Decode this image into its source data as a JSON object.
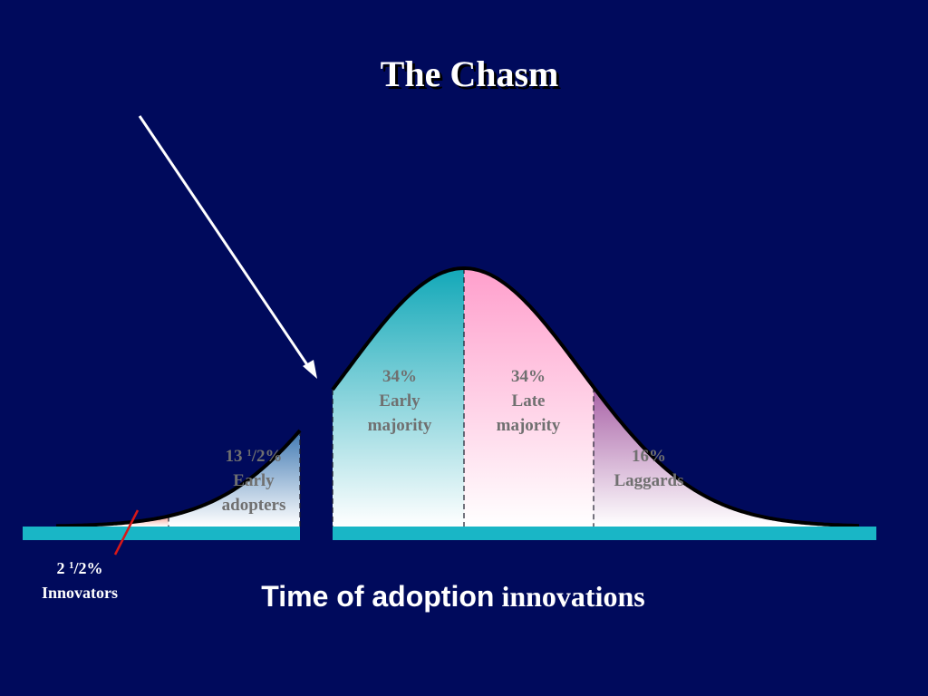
{
  "title": "The Chasm",
  "segments": [
    {
      "id": "innovators",
      "percent_main": "2 ",
      "percent_sup": "1",
      "percent_tail": "/2%",
      "label": "Innovators",
      "share": 2.5
    },
    {
      "id": "early_adopters",
      "percent_main": "13 ",
      "percent_sup": "1",
      "percent_tail": "/2%",
      "label": "Early adopters",
      "label_lines": [
        "Early",
        "adopters"
      ],
      "share": 13.5
    },
    {
      "id": "early_majority",
      "percent": "34%",
      "label_lines": [
        "Early",
        "majority"
      ],
      "share": 34
    },
    {
      "id": "late_majority",
      "percent": "34%",
      "label_lines": [
        "Late",
        "majority"
      ],
      "share": 34
    },
    {
      "id": "laggards",
      "percent": "16%",
      "label_lines": [
        "Laggards"
      ],
      "share": 16
    }
  ],
  "caption": {
    "part1": "Time of adoption",
    "part2": " innovations"
  },
  "colors": {
    "background": "#000a5c",
    "baseline": "#19b6c6",
    "innovators": "#f5a093",
    "early_adopters": "#3f78b2",
    "early_majority": "#12a8b8",
    "late_majority": "#ff9fcc",
    "laggards": "#a861a6",
    "arrow": "#ffffff",
    "pointer": "#d81818"
  }
}
